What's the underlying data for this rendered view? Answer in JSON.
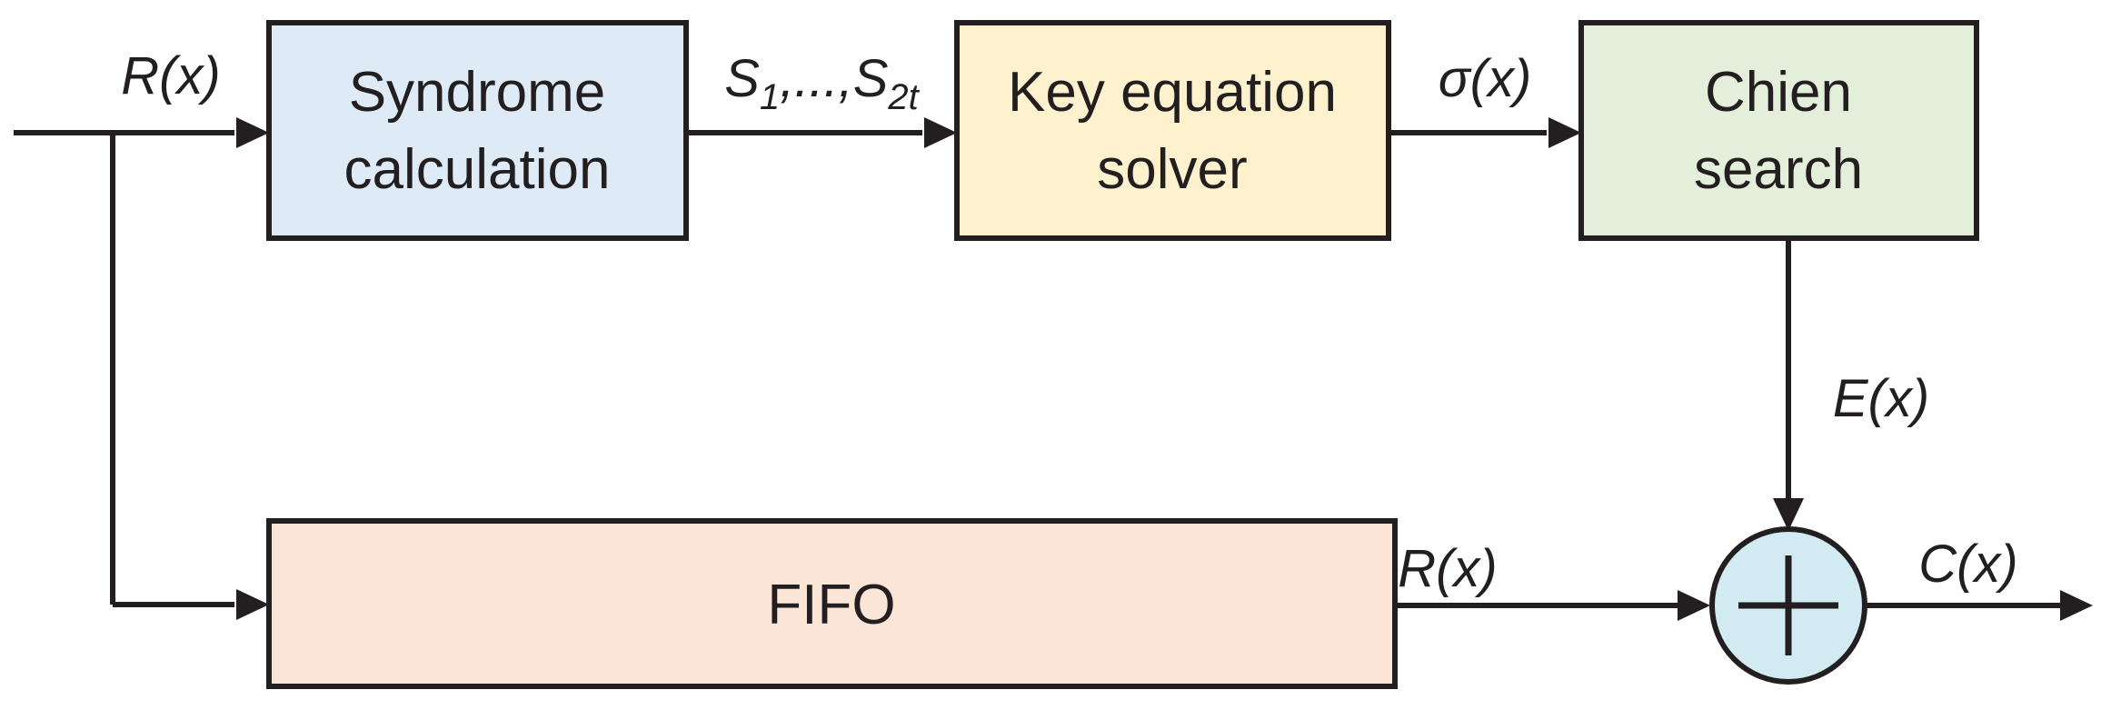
{
  "blocks": {
    "syndrome": {
      "line1": "Syndrome",
      "line2": "calculation",
      "fill": "#DEEAF6"
    },
    "key_equation": {
      "line1": "Key equation",
      "line2": "solver",
      "fill": "#FEF2CE"
    },
    "chien": {
      "line1": "Chien",
      "line2": "search",
      "fill": "#E3EFDA"
    },
    "fifo": {
      "label": "FIFO",
      "fill": "#FBE5D6"
    },
    "adder": {
      "symbol": "+",
      "fill": "#D2EAF2"
    }
  },
  "signals": {
    "input": "R(x)",
    "syndromes": {
      "base": "S",
      "sub1": "1",
      "mid": ",...,S",
      "sub2": "2t"
    },
    "sigma": "σ(x)",
    "error": "E(x)",
    "fifo_output": "R(x)",
    "output": "C(x)"
  },
  "colors": {
    "line": "#231F20",
    "text": "#231F20",
    "background": "#FFFFFF"
  }
}
